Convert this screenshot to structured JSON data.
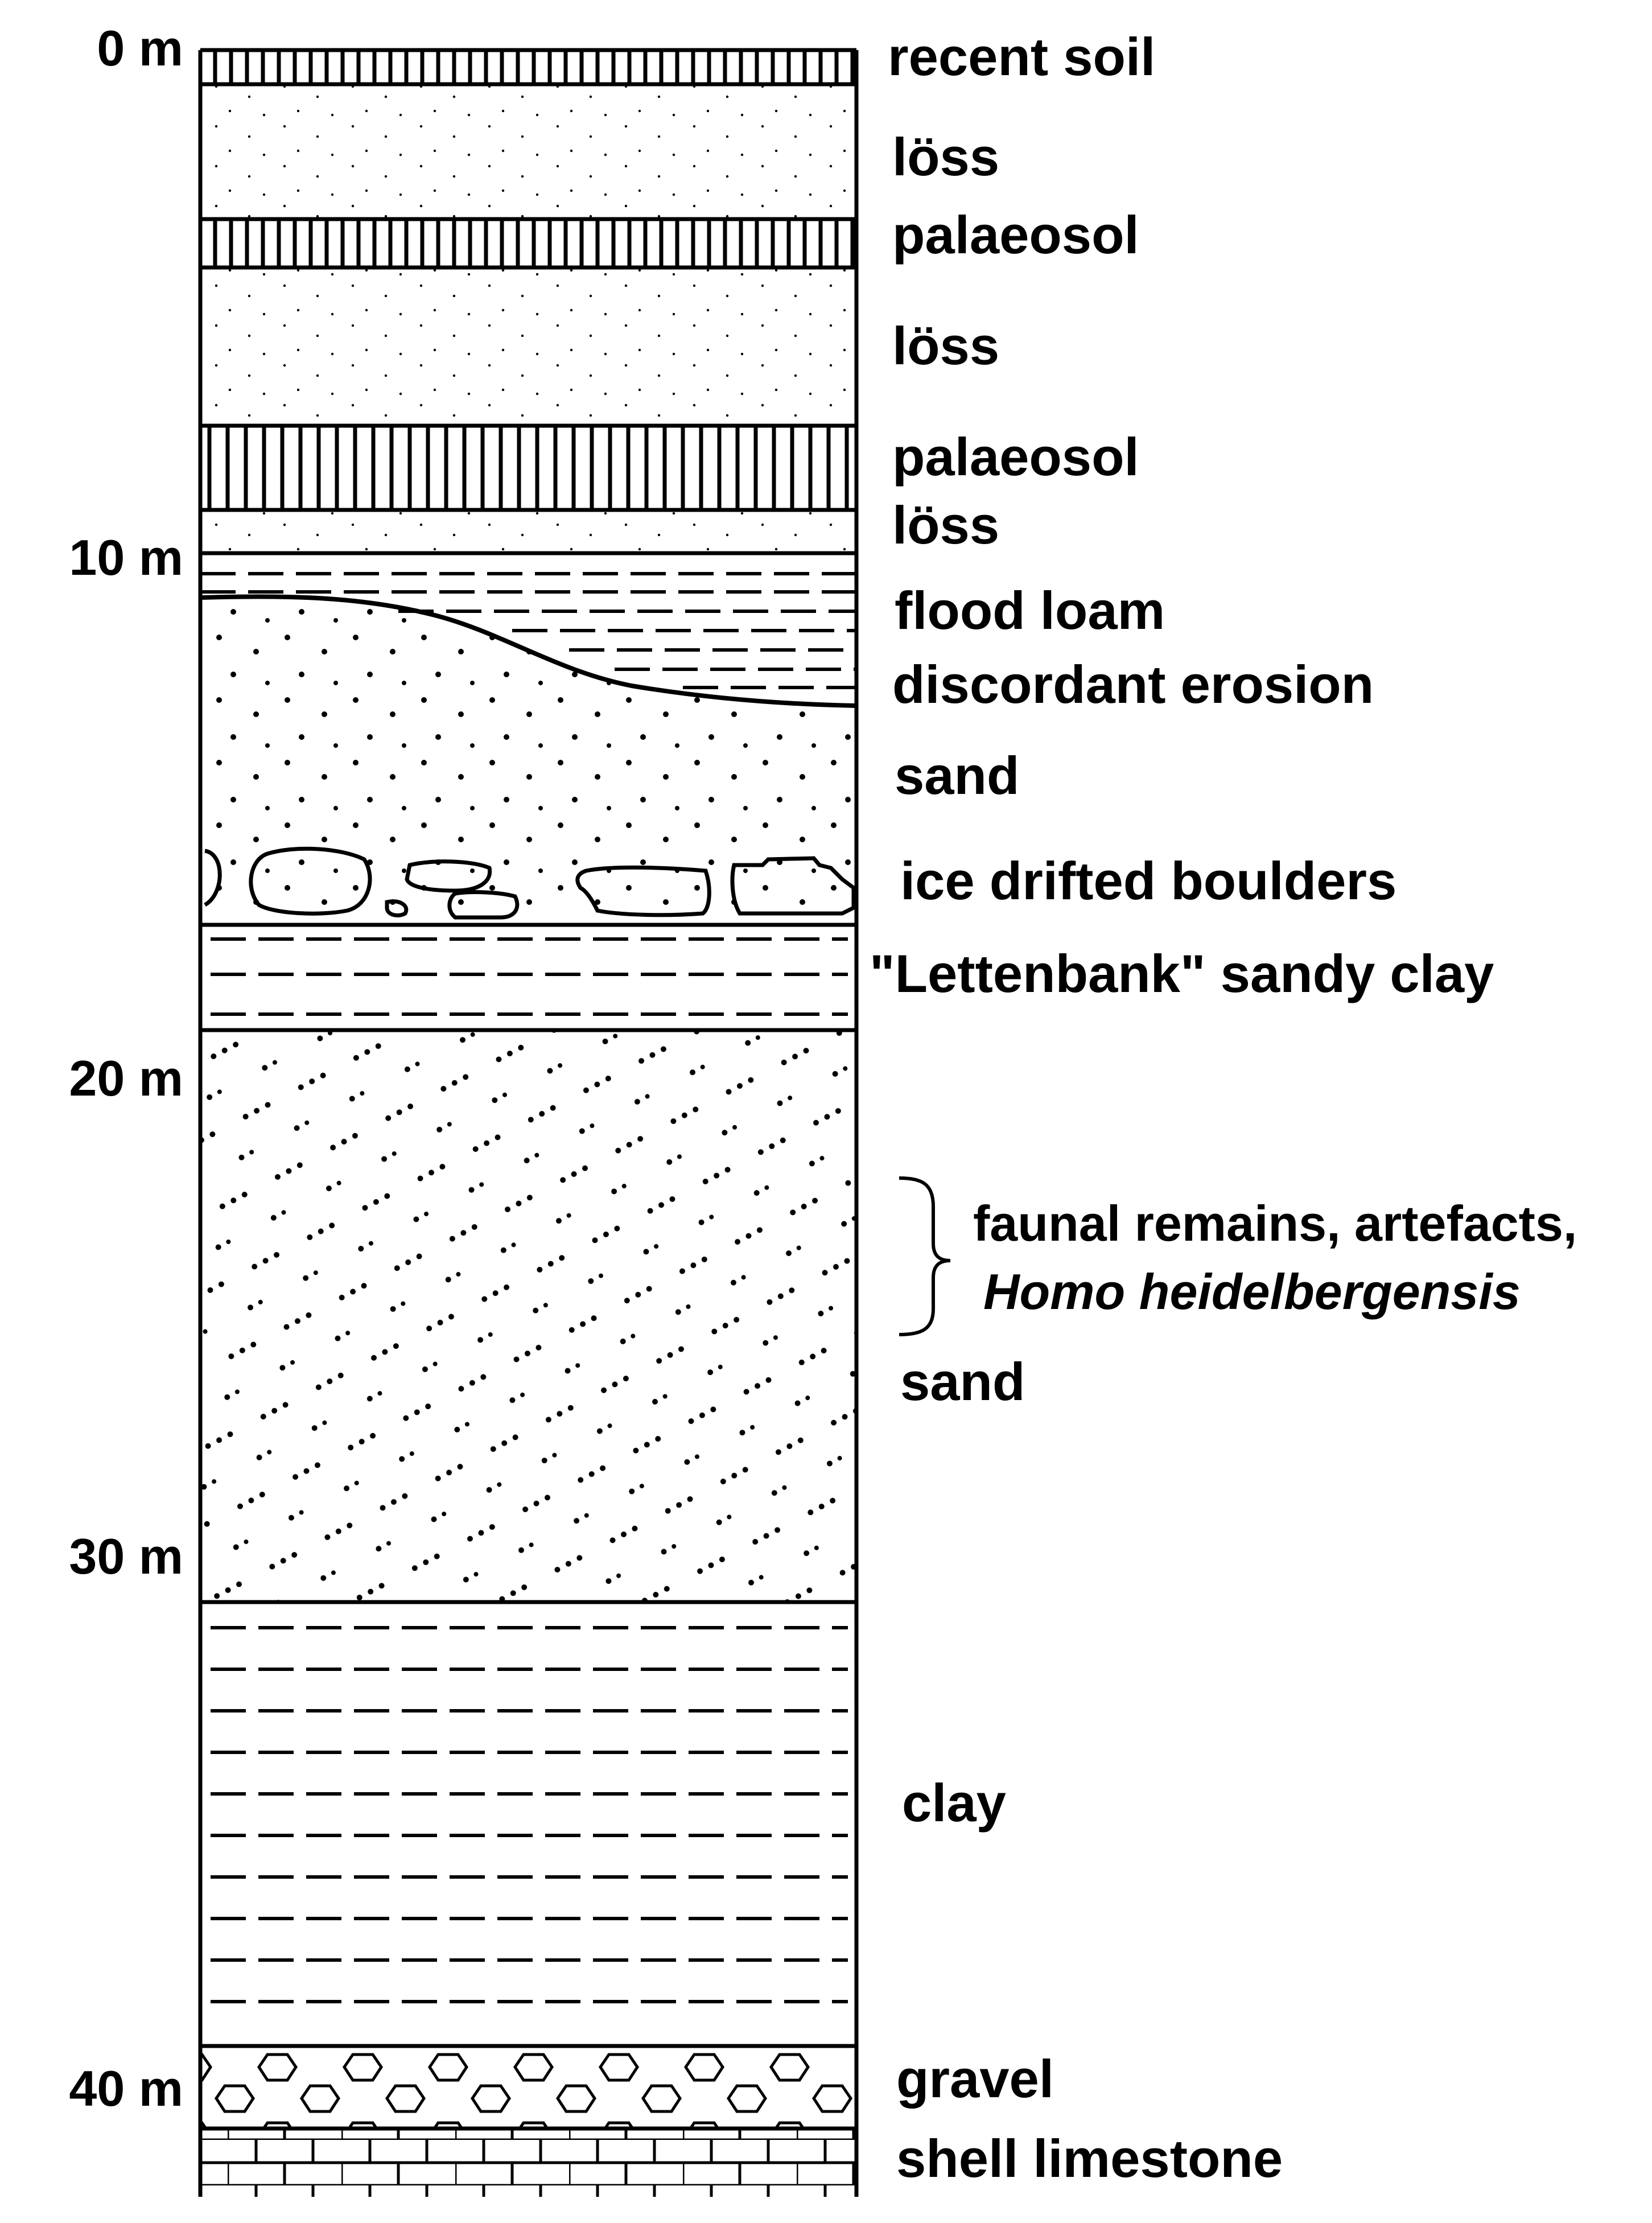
{
  "depth_labels": [
    "0 m",
    "10 m",
    "20 m",
    "30 m",
    "40 m"
  ],
  "layer_labels": [
    "recent soil",
    "löss",
    "palaeosol",
    "löss",
    "palaeosol",
    "löss",
    "flood loam",
    "discordant erosion",
    "sand",
    "ice drifted boulders",
    "\"Lettenbank\" sandy clay",
    "sand",
    "clay",
    "gravel",
    "shell limestone"
  ],
  "annotation": {
    "line1": "faunal remains, artefacts,",
    "line2": "Homo heidelbergensis"
  }
}
